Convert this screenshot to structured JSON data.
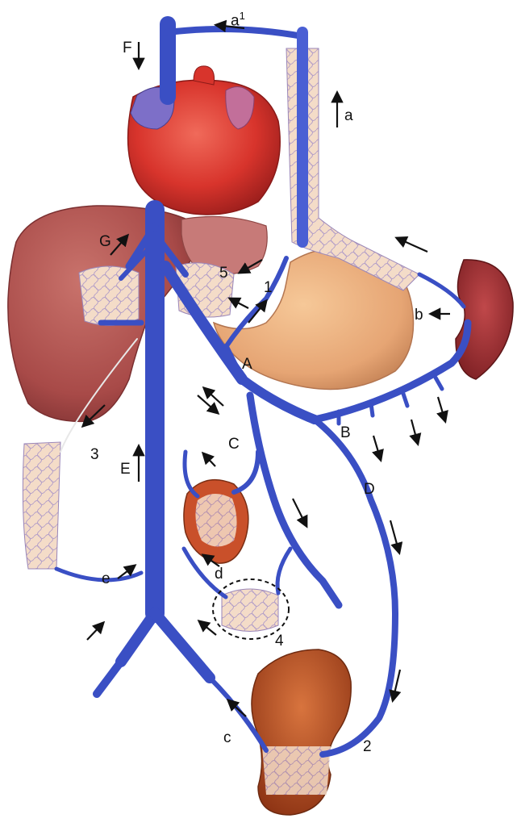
{
  "diagram": {
    "labels": {
      "F": "F",
      "a1": "a",
      "a1_sup": "1",
      "a": "a",
      "G": "G",
      "n5": "5",
      "n1": "1",
      "b": "b",
      "A": "A",
      "B": "B",
      "C": "C",
      "D": "D",
      "n3": "3",
      "E": "E",
      "d": "d",
      "e": "e",
      "n4": "4",
      "c": "c",
      "n2": "2"
    },
    "colors": {
      "vein": "#3a4fc4",
      "vein_dark": "#27379a",
      "heart": "#d8342c",
      "liver": "#a84a48",
      "stomach": "#e6a574",
      "spleen": "#8c2a2c",
      "rectum": "#b5481e",
      "plexus": "#f2d8c4"
    }
  }
}
